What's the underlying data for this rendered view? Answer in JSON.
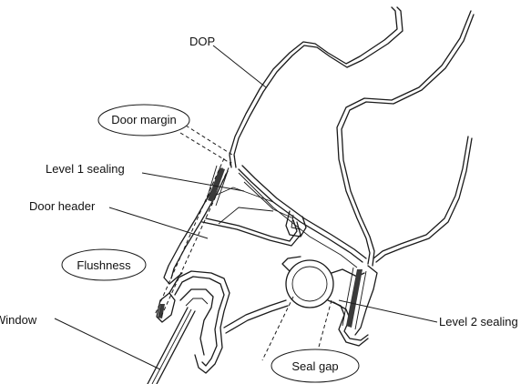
{
  "labels": {
    "dop": "DOP",
    "door_margin": "Door margin",
    "level1_sealing": "Level 1 sealing",
    "door_header": "Door header",
    "flushness": "Flushness",
    "window": "Window",
    "level2_sealing": "Level 2 sealing",
    "seal_gap": "Seal gap"
  }
}
